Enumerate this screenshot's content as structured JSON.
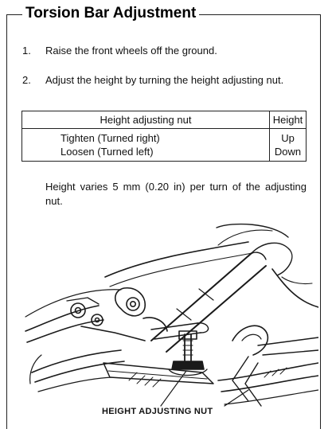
{
  "title": "Torsion Bar Adjustment",
  "steps": [
    {
      "number": "1.",
      "text": "Raise the front wheels off the ground."
    },
    {
      "number": "2.",
      "text": "Adjust the height by turning the height adjusting nut."
    }
  ],
  "table": {
    "headers": [
      "Height adjusting nut",
      "Height"
    ],
    "rows": [
      {
        "action": "Tighten (Turned right)",
        "result": "Up"
      },
      {
        "action": "Loosen (Turned left)",
        "result": "Down"
      }
    ]
  },
  "note": "Height varies 5 mm (0.20 in) per turn of the adjusting nut.",
  "illustration": {
    "callout": "HEIGHT ADJUSTING NUT"
  }
}
